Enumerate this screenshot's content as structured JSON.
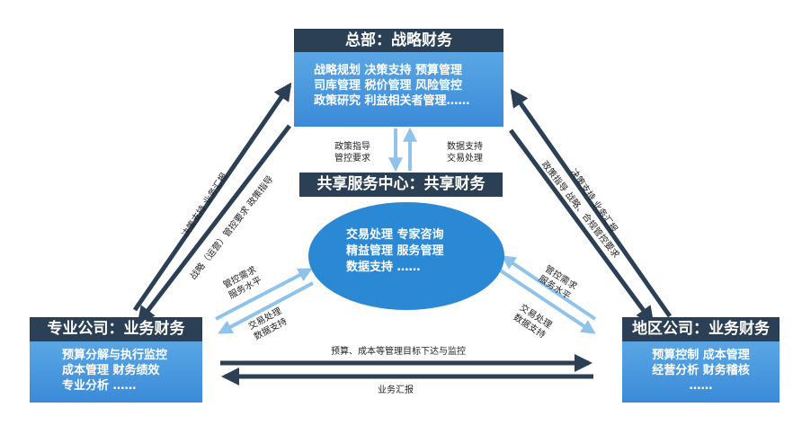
{
  "hq": {
    "title": "总部：战略财务",
    "lines": [
      "战略规划   决策支持   预算管理",
      "司库管理   税价管理   风险管控",
      "政策研究   利益相关者管理……"
    ]
  },
  "ssc": {
    "title": "共享服务中心：共享财务"
  },
  "center": {
    "lines": [
      "交易处理   专家咨询",
      "精益管理   服务管理",
      "数据支持   ……"
    ]
  },
  "spec": {
    "title": "专业公司：业务财务",
    "lines": [
      "预算分解与执行监控",
      "成本管理   财务绩效",
      "专业分析        ……"
    ]
  },
  "region": {
    "title": "地区公司：业务财务",
    "lines": [
      "预算控制  成本管理",
      "经营分析  财务稽核",
      "……"
    ]
  },
  "labels": {
    "hq_down_1": "政策指导",
    "hq_down_2": "管控要求",
    "ssc_up_1": "数据支持",
    "ssc_up_2": "交易处理",
    "left_outer": "决策支持  业务汇报",
    "left_inner": "战略（运营）管控要求  政策指导",
    "right_outer": "决策支持  业务汇报",
    "right_inner": "政策指导  战略、合规管控要求",
    "center_left_up_1": "管控需求",
    "center_left_up_2": "服务水平",
    "center_left_down_1": "交易处理",
    "center_left_down_2": "数据支持",
    "center_right_up_1": "管控需求",
    "center_right_up_2": "服务水平",
    "center_right_down_1": "交易处理",
    "center_right_down_2": "数据支持",
    "bottom_top": "预算、成本等管理目标下达与监控",
    "bottom_bottom": "业务汇报"
  },
  "colors": {
    "header_bg": "#2b3f55",
    "box_bg": "#4a98de",
    "ellipse_bg": "#2a88d4",
    "dark_arrow": "#2b3f55",
    "light_arrow": "#8fc3ea"
  }
}
